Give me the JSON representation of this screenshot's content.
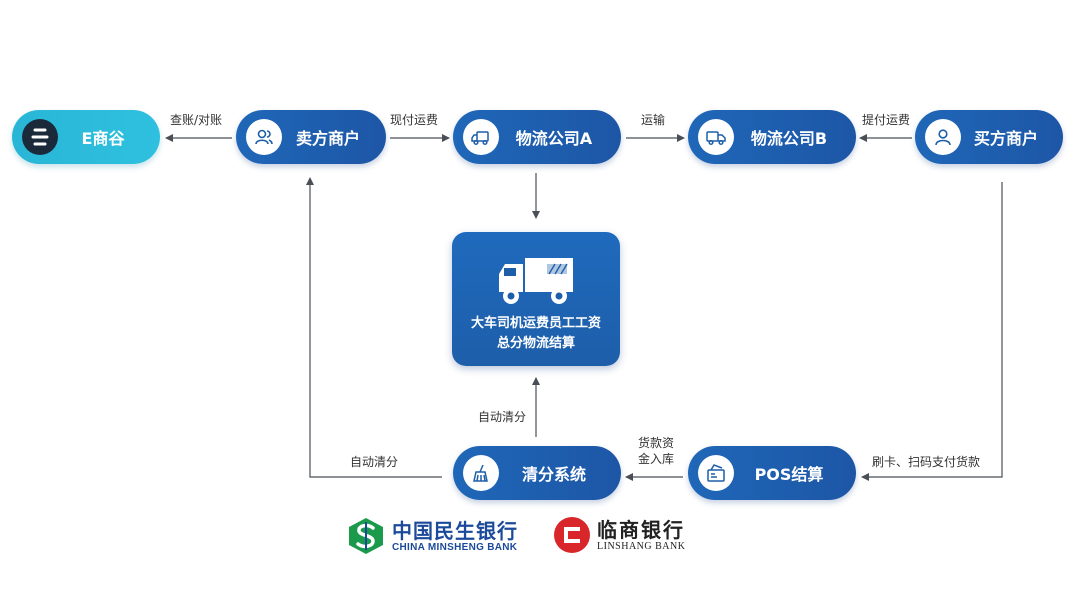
{
  "nodes": {
    "eshop": "E商谷",
    "seller": "卖方商户",
    "logistics_a": "物流公司A",
    "logistics_b": "物流公司B",
    "buyer": "买方商户",
    "clearing": "清分系统",
    "pos": "POS结算"
  },
  "center": {
    "line1": "大车司机运费员工工资",
    "line2": "总分物流结算"
  },
  "edges": {
    "check": "查账/对账",
    "pay_freight": "现付运费",
    "transport": "运输",
    "pickup_pay": "提付运费",
    "auto_clear_up": "自动清分",
    "auto_clear_left": "自动清分",
    "deposit_line1": "货款资",
    "deposit_line2": "金入库",
    "card_pay": "刷卡、扫码支付货款"
  },
  "logos": {
    "minsheng_cn": "中国民生银行",
    "minsheng_en": "CHINA MINSHENG BANK",
    "linshang_cn": "临商银行",
    "linshang_en": "LINSHANG BANK"
  },
  "colors": {
    "node_blue": "#1e5ea9",
    "eshop_cyan": "#2fbadc",
    "arrow": "#4a4f57",
    "minsheng_green": "#1b9a4c",
    "minsheng_blue": "#1c4a9b",
    "linshang_red": "#d8262a"
  }
}
